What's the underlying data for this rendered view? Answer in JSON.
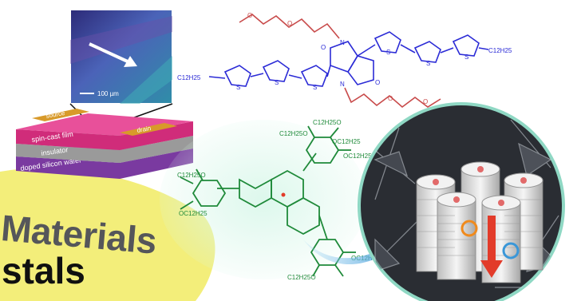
{
  "device": {
    "layers": [
      "spin-cast film",
      "insulator",
      "doped silicon wafer"
    ],
    "source_label": "source",
    "drain_label": "drain",
    "scale_bar": "100 µm"
  },
  "molecule_1": {
    "left_chain": "C12H25",
    "right_chain": "C12H25",
    "atom_labels": [
      "S",
      "S",
      "S",
      "S",
      "S",
      "S",
      "N",
      "N",
      "O",
      "O",
      "O",
      "O",
      "O",
      "O"
    ]
  },
  "molecule_2": {
    "chain_labels": [
      "C12H25O",
      "OC12H25",
      "C12H25O",
      "OC12H25",
      "C12H25O",
      "OC12H25",
      "C12H25O",
      "OC12H25"
    ]
  },
  "title": {
    "word1": "Materials",
    "word2": "stals"
  },
  "colors": {
    "molecule_1": "#2b2bd6",
    "molecule_1_sidechain": "#c84a4a",
    "molecule_2": "#1f8a3a",
    "highlight_yellow": "#f3ee7a",
    "arrow_blue": "#4aa3e0",
    "arrow_red": "#e23b2a"
  }
}
